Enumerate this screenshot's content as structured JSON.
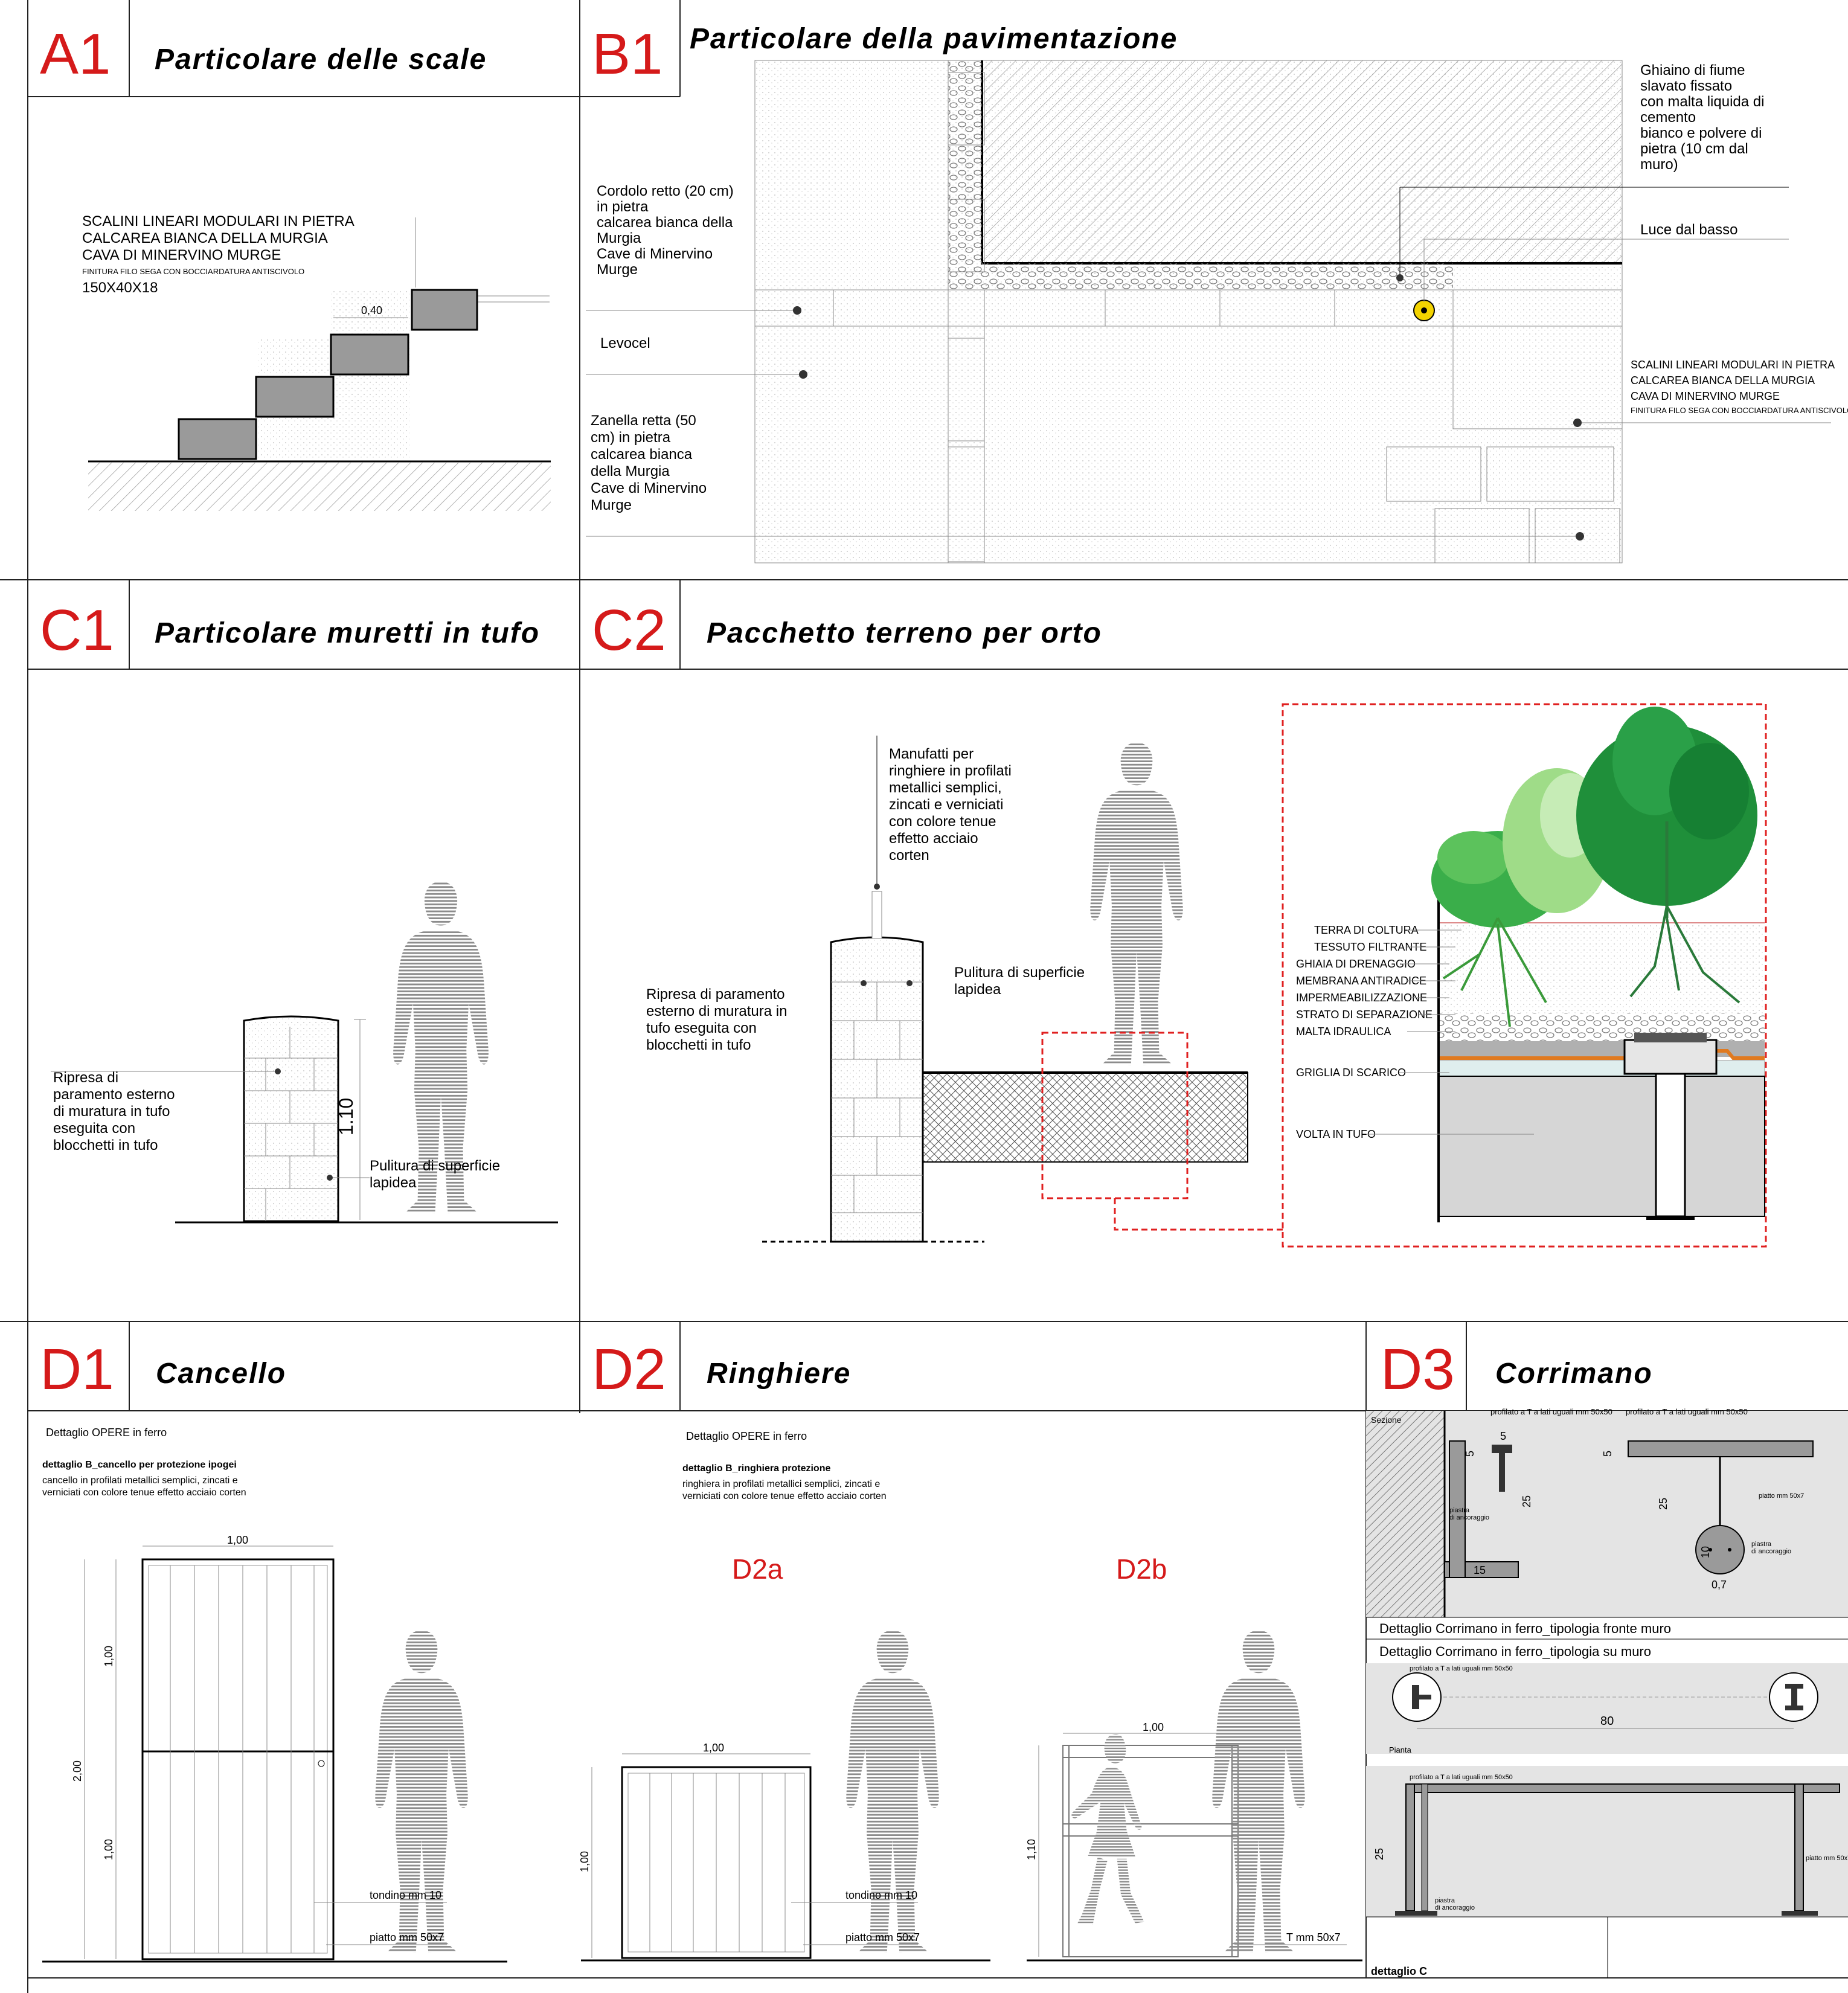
{
  "panels": {
    "a1": {
      "code": "A1",
      "title": "Particolare delle scale",
      "lines": [
        "SCALINI LINEARI MODULARI IN PIETRA",
        "CALCAREA BIANCA DELLA MURGIA",
        "CAVA DI MINERVINO MURGE"
      ],
      "finish": "FINITURA FILO SEGA CON BOCCIARDATURA ANTISCIVOLO",
      "size": "150X40X18",
      "dim": "0,40"
    },
    "b1": {
      "code": "B1",
      "title": "Particolare della pavimentazione",
      "ghiaino": [
        "Ghiaino di fiume",
        "slavato fissato",
        "con malta liquida di",
        "cemento",
        "bianco e polvere di",
        "pietra (10 cm dal",
        "muro)"
      ],
      "luce": "Luce dal basso",
      "cordolo": [
        "Cordolo retto (20 cm)",
        "in pietra",
        "calcarea bianca della",
        "Murgia",
        "Cave di Minervino",
        "Murge"
      ],
      "levocel": "Levocel",
      "zanella": [
        "Zanella retta (50",
        "cm) in pietra",
        "calcarea bianca",
        "della Murgia",
        "Cave di Minervino",
        "Murge"
      ],
      "scalini": [
        "SCALINI LINEARI MODULARI IN PIETRA",
        "CALCAREA BIANCA DELLA MURGIA",
        "CAVA DI MINERVINO MURGE"
      ],
      "finish": "FINITURA FILO SEGA CON BOCCIARDATURA ANTISCIVOLO"
    },
    "c1": {
      "code": "C1",
      "title": "Particolare muretti in tufo",
      "ripresa": [
        "Ripresa di",
        "paramento esterno",
        "di muratura in tufo",
        "eseguita con",
        "blocchetti in tufo"
      ],
      "pulitura": [
        "Pulitura di superficie",
        "lapidea"
      ],
      "dim": "1.10"
    },
    "c2": {
      "code": "C2",
      "title": "Pacchetto terreno per orto",
      "manufatti": [
        "Manufatti per",
        "ringhiere in profilati",
        "metallici semplici,",
        "zincati e verniciati",
        "con colore tenue",
        "effetto acciaio",
        "corten"
      ],
      "ripresa": [
        "Ripresa di paramento",
        "esterno di muratura in",
        "tufo eseguita con",
        "blocchetti in tufo"
      ],
      "pulitura": [
        "Pulitura di superficie",
        "lapidea"
      ],
      "layers": [
        "TERRA DI COLTURA",
        "TESSUTO FILTRANTE",
        "GHIAIA DI DRENAGGIO",
        "MEMBRANA ANTIRADICE",
        "IMPERMEABILIZZAZIONE",
        "STRATO DI SEPARAZIONE",
        "MALTA IDRAULICA"
      ],
      "griglia": "GRIGLIA DI SCARICO",
      "volta": "VOLTA IN TUFO"
    },
    "d1": {
      "code": "D1",
      "title": "Cancello",
      "head": "Dettaglio OPERE in ferro",
      "sub": "dettaglio B_cancello per protezione ipogei",
      "desc": [
        "cancello in profilati metallici semplici, zincati e",
        "verniciati con colore tenue effetto acciaio corten"
      ],
      "w": "1,00",
      "h1": "1,00",
      "h2": "1,00",
      "htot": "2,00",
      "tondino": "tondino mm 10",
      "piatto": "piatto mm 50x7"
    },
    "d2": {
      "code": "D2",
      "title": "Ringhiere",
      "head": "Dettaglio OPERE in ferro",
      "sub": "dettaglio B_ringhiera protezione",
      "desc": [
        "ringhiera in profilati metallici semplici, zincati e",
        "verniciati con colore tenue effetto acciaio corten"
      ],
      "a": "D2a",
      "b": "D2b",
      "wa": "1,00",
      "ha": "1,00",
      "wb": "1,00",
      "hb": "1,10",
      "tondino": "tondino mm 10",
      "piatto": "piatto mm 50x7",
      "tprof": "T mm 50x7"
    },
    "d3": {
      "code": "D3",
      "title": "Corrimano",
      "sezione": "Sezione",
      "prof": "profilato a T a lati uguali mm 50x50",
      "piatto": "piatto mm 50x7",
      "piastra": [
        "piastra",
        "di ancoraggio"
      ],
      "d5a": "5",
      "d25a": "25",
      "d15": "15",
      "d5b": "5",
      "d25b": "25",
      "d10": "10",
      "d07": "0,7",
      "frontemuro": "Dettaglio Corrimano in ferro_tipologia fronte muro",
      "sumuro": "Dettaglio Corrimano in ferro_tipologia su muro",
      "pianta": "Pianta",
      "d80": "80",
      "d25c": "25",
      "dettaglio": "dettaglio C"
    }
  }
}
